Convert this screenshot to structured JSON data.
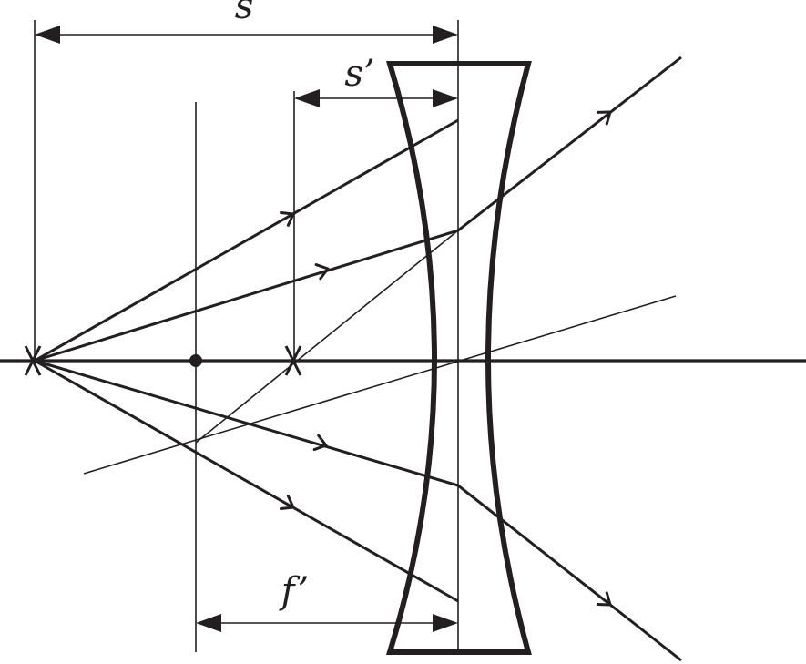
{
  "labels": {
    "s": "s",
    "s_prime": "s’",
    "f_prime": "f’"
  },
  "colors": {
    "ink": "#231f20",
    "background": "#ffffff"
  }
}
